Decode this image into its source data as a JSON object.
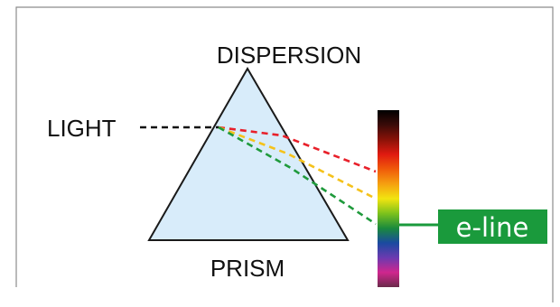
{
  "labels": {
    "title": "DISPERSION",
    "source": "LIGHT",
    "object": "PRISM",
    "tag": "e-line"
  },
  "colors": {
    "prism_fill": "#d8ecfa",
    "prism_stroke": "#1a1a1a",
    "incident_ray": "#111111",
    "ray_red": "#e8202a",
    "ray_yellow": "#f5c21b",
    "ray_green": "#1f9a3c",
    "tag_background": "#1a9a3c",
    "tag_connector": "#1a9a3c",
    "frame_border": "#8c8c8c"
  },
  "spectrum_colors": [
    "#000000",
    "#3a0b08",
    "#8a1208",
    "#e01a10",
    "#f05a0a",
    "#f5a010",
    "#f2e410",
    "#7ec21c",
    "#1a8a3c",
    "#1a4aa0",
    "#6a3ab0",
    "#d0268e",
    "#6a2a4a"
  ]
}
